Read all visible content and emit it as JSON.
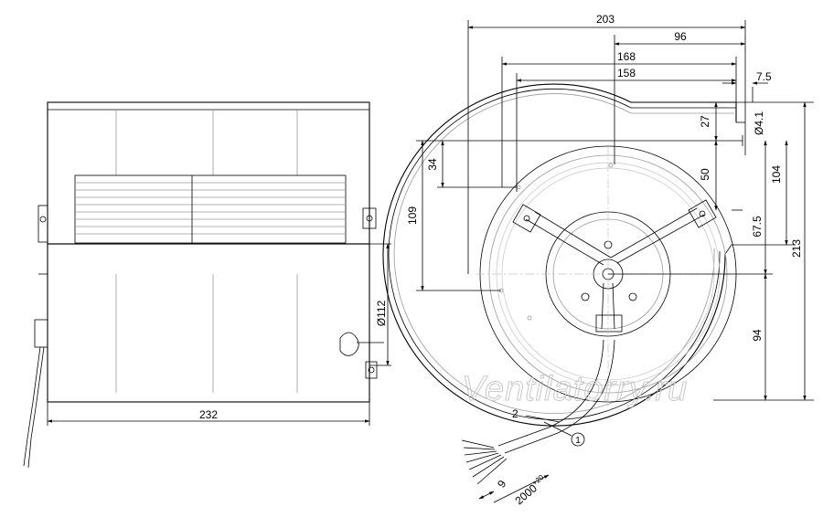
{
  "side_view": {
    "width_label": "232",
    "diameter_label": "Ø112"
  },
  "front_view": {
    "dims": {
      "d203": "203",
      "d96": "96",
      "d168": "168",
      "d158": "158",
      "d7_5": "7.5",
      "d27": "27",
      "d4_1": "Ø4.1",
      "d34": "34",
      "d109": "109",
      "d50": "50",
      "d104": "104",
      "d67_5": "67.5",
      "d213": "213",
      "d94": "94",
      "d9": "9",
      "cable_len": "2000",
      "cable_tol": "+20"
    },
    "callouts": {
      "c1": "1",
      "c2": "2"
    }
  },
  "watermark": "Ventilatorry.ru"
}
